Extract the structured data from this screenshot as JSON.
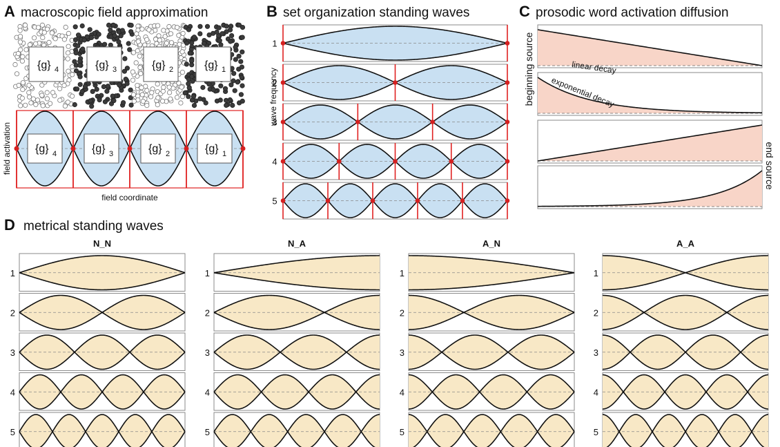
{
  "colors": {
    "wave_fill_blue": "#c9e0f2",
    "wave_fill_tan": "#f8e8c6",
    "decay_fill": "#f8d5c8",
    "boundary_red": "#e02020",
    "node_red": "#d42020",
    "frame_gray": "#8a8a8a"
  },
  "panelA": {
    "letter": "A",
    "title": "macroscopic field approximation",
    "groups": [
      {
        "base": "{g}",
        "sub": "4"
      },
      {
        "base": "{g}",
        "sub": "3"
      },
      {
        "base": "{g}",
        "sub": "2"
      },
      {
        "base": "{g}",
        "sub": "1"
      }
    ],
    "ylabel": "field activation",
    "xlabel": "field coordinate"
  },
  "panelB": {
    "letter": "B",
    "title": "set organization standing waves",
    "ylabel": "wave frequency",
    "rows": [
      "1",
      "2",
      "3",
      "4",
      "5"
    ]
  },
  "panelC": {
    "letter": "C",
    "title": "prosodic word activation diffusion",
    "left_label": "beginning source",
    "right_label": "end source",
    "annotations": [
      "linear decay",
      "exponential decay"
    ]
  },
  "panelD": {
    "letter": "D",
    "title": "metrical standing waves",
    "rows": [
      "1",
      "2",
      "3",
      "4",
      "5"
    ],
    "columns": [
      {
        "title": "N_N",
        "left": "node",
        "right": "node"
      },
      {
        "title": "N_A",
        "left": "node",
        "right": "antinode"
      },
      {
        "title": "A_N",
        "left": "antinode",
        "right": "node"
      },
      {
        "title": "A_A",
        "left": "antinode",
        "right": "antinode"
      }
    ]
  }
}
